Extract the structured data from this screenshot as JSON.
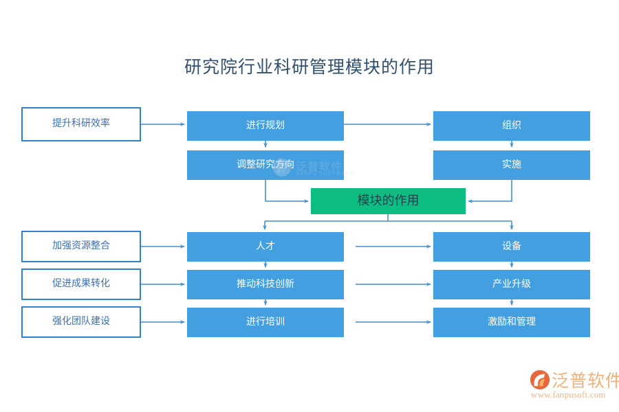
{
  "diagram": {
    "title": "研究院行业科研管理模块的作用",
    "type": "flowchart",
    "colors": {
      "title_text": "#31506e",
      "outline_border": "#2f80d0",
      "outline_text": "#3c6fb4",
      "node_blue": "#439fe0",
      "node_blue_text": "#ffffff",
      "node_green": "#0ebd82",
      "node_green_text": "#22414f",
      "connector": "#5b9bd5",
      "logo_orange": "#f0b27a",
      "watermark": "#b9c9dd",
      "background": "#ffffff"
    },
    "center_node": {
      "label": "模块的作用"
    },
    "drivers": [
      {
        "label": "提升科研效率"
      },
      {
        "label": "加强资源整合"
      },
      {
        "label": "促进成果转化"
      },
      {
        "label": "强化团队建设"
      }
    ],
    "middle_column": [
      {
        "label": "进行规划"
      },
      {
        "label": "调整研究方向"
      },
      {
        "label": "人才"
      },
      {
        "label": "推动科技创新"
      },
      {
        "label": "进行培训"
      }
    ],
    "right_column": [
      {
        "label": "组织"
      },
      {
        "label": "实施"
      },
      {
        "label": "设备"
      },
      {
        "label": "产业升级"
      },
      {
        "label": "激励和管理"
      }
    ]
  },
  "watermark_center": {
    "cn": "泛普软件",
    "en": "FANPU SOFTWARE"
  },
  "logo": {
    "cn": "泛普软件",
    "url": "www.fanpusoft.com"
  }
}
